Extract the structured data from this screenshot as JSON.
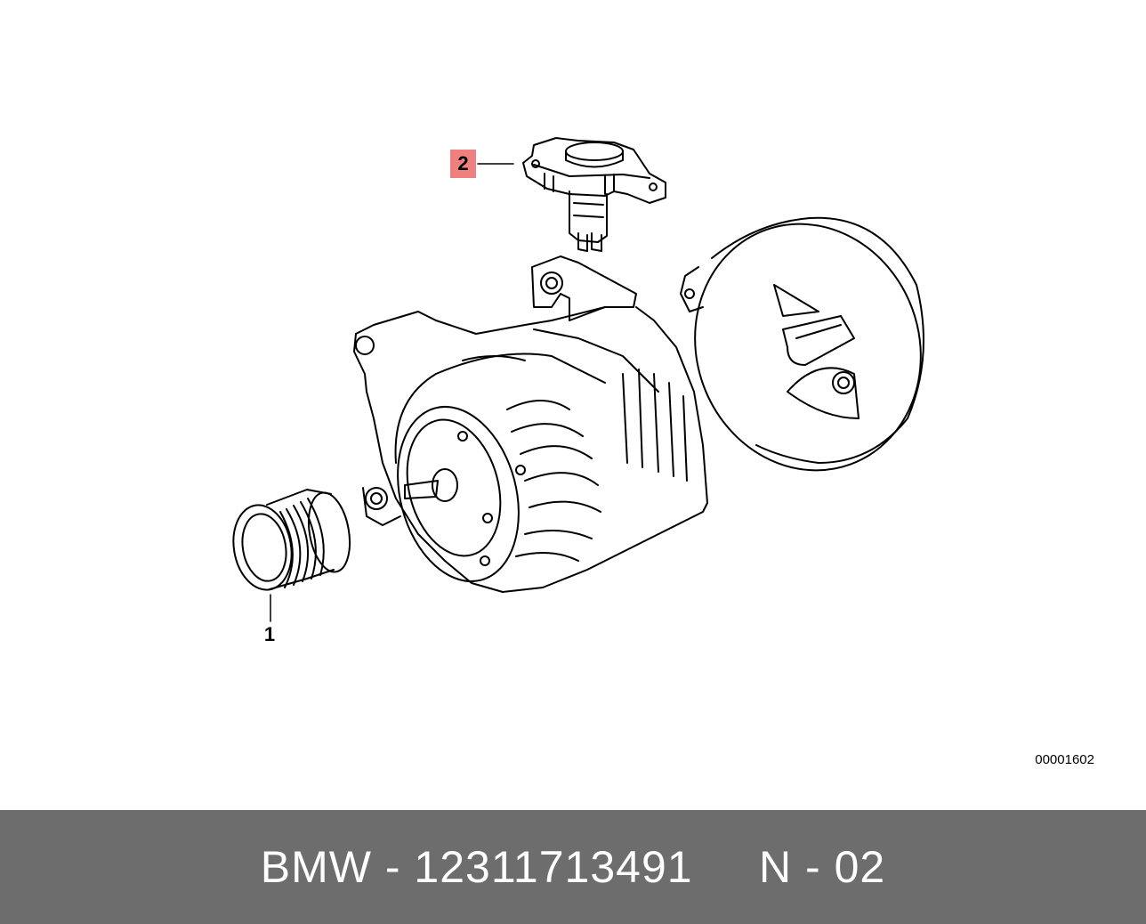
{
  "diagram": {
    "callouts": [
      {
        "label": "2",
        "highlight_color": "#f08080"
      },
      {
        "label": "1"
      }
    ],
    "diagram_code": "00001602"
  },
  "footer": {
    "text": "BMW - 12311713491     N - 02",
    "background_color": "#6d6d6d",
    "text_color": "#ffffff"
  }
}
